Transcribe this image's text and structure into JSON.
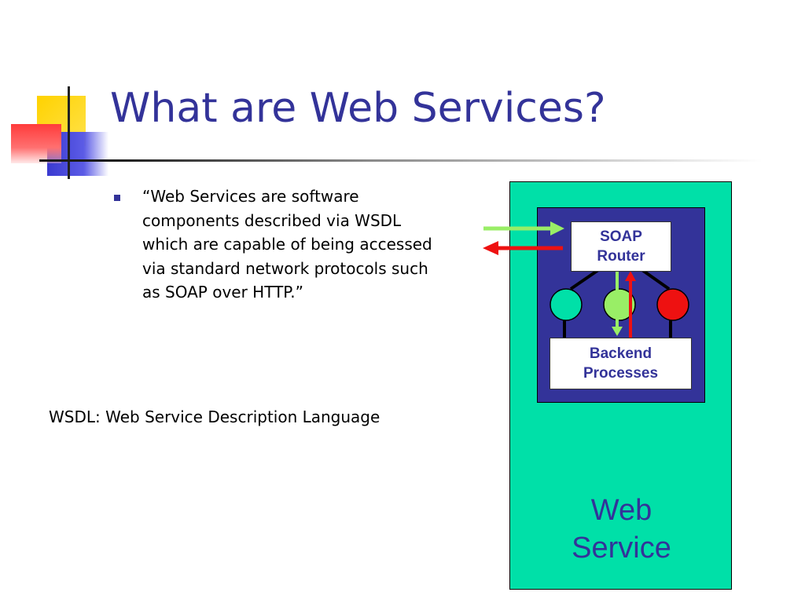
{
  "slide": {
    "title": "What are Web Services?",
    "bullet": "“Web Services are software components described via WSDL which are capable of being accessed via standard network protocols such as SOAP over HTTP.”",
    "footnote": "WSDL: Web Service Description Language"
  },
  "diagram": {
    "soap_router": [
      "SOAP",
      "Router"
    ],
    "backend": [
      "Backend",
      "Processes"
    ],
    "web_service": [
      "Web",
      "Service"
    ],
    "colors": {
      "outer_panel": "#00e0a8",
      "inner_panel": "#333399",
      "text_blue": "#333399",
      "request_arrow": "#99ee66",
      "response_arrow": "#ee1111",
      "node_left": "#00e0a8",
      "node_middle": "#99ee66",
      "node_right": "#ee1111"
    }
  }
}
